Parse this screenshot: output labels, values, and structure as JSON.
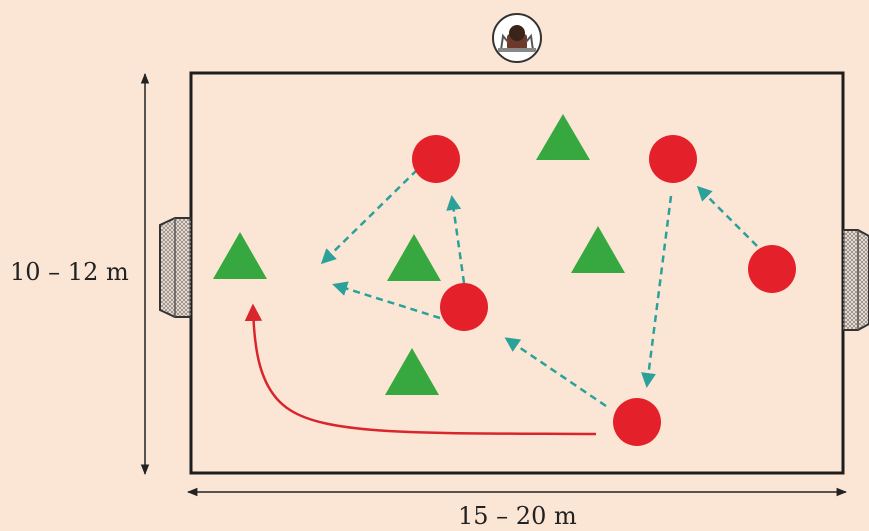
{
  "dimensions": {
    "height_label": "10 – 12 m",
    "width_label": "15 – 20 m"
  },
  "colors": {
    "background": "#fbe6d6",
    "field_fill": "#fbe6d6",
    "field_border": "#1e1e1e",
    "player": "#e4202a",
    "cone": "#36a83f",
    "pass_arrow": "#2aa199",
    "run_arrow": "#d9252c",
    "dimension_line": "#222222"
  },
  "players": [
    {
      "id": "p1"
    },
    {
      "id": "p2"
    },
    {
      "id": "p3"
    },
    {
      "id": "p4"
    },
    {
      "id": "p5"
    }
  ],
  "cones": [
    {
      "id": "c1"
    },
    {
      "id": "c2"
    },
    {
      "id": "c3"
    },
    {
      "id": "c4"
    },
    {
      "id": "c5"
    }
  ],
  "coach_icon": "coach-icon",
  "goal_icon": "goal-icon"
}
